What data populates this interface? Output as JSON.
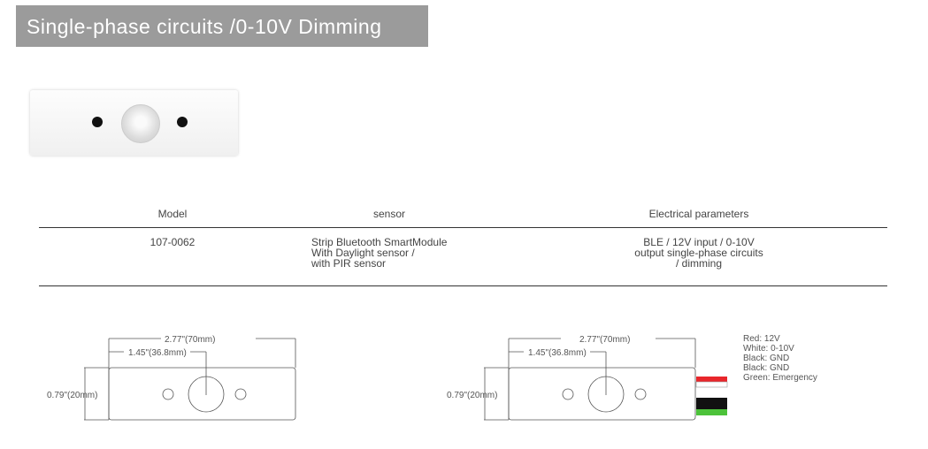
{
  "header": {
    "title": "Single-phase circuits /0-10V Dimming"
  },
  "table": {
    "headers": [
      "Model",
      "sensor",
      "Electrical parameters"
    ],
    "rows": [
      {
        "model": "107-0062",
        "sensor": [
          "Strip Bluetooth SmartModule",
          "With Daylight sensor /",
          "with PIR sensor"
        ],
        "electrical": [
          "BLE / 12V input / 0-10V",
          "output single-phase circuits",
          "/ dimming"
        ]
      }
    ]
  },
  "drawing": {
    "width_label": "2.77\"(70mm)",
    "center_label": "1.45\"(36.8mm)",
    "height_label": "0.79\"(20mm)"
  },
  "wires": [
    {
      "label": "Red: 12V",
      "color": "#e8262b"
    },
    {
      "label": "White: 0-10V",
      "color": "#ffffff"
    },
    {
      "label": "Black: GND",
      "color": "#111111"
    },
    {
      "label": "Black: GND",
      "color": "#111111"
    },
    {
      "label": "Green: Emergency",
      "color": "#4cc23a"
    }
  ]
}
